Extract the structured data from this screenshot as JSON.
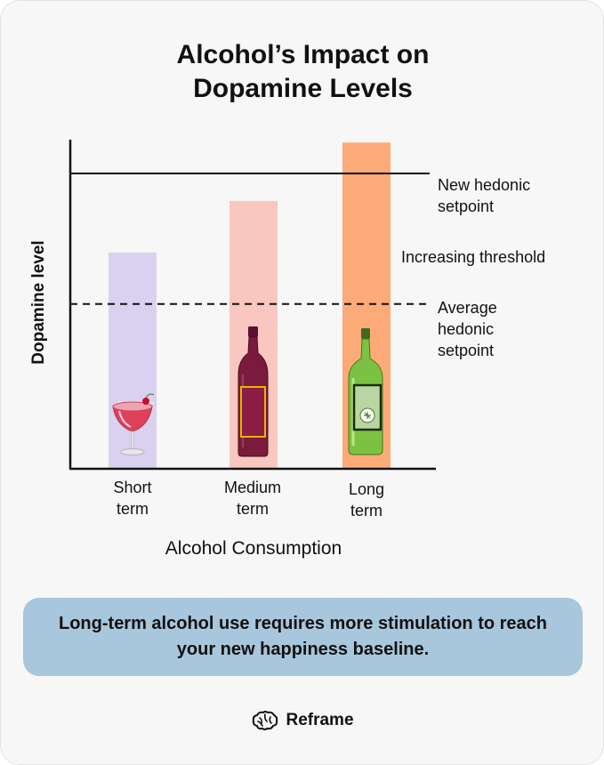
{
  "title": {
    "line1": "Alcohol’s Impact on",
    "line2": "Dopamine Levels"
  },
  "chart_data": {
    "type": "bar",
    "categories": [
      "Short term",
      "Medium term",
      "Long term"
    ],
    "categories_display": [
      [
        "Short",
        "term"
      ],
      [
        "Medium",
        "term"
      ],
      [
        "Long",
        "term"
      ]
    ],
    "values": [
      63,
      78,
      95
    ],
    "ylim": [
      0,
      100
    ],
    "xlabel": "Alcohol Consumption",
    "ylabel": "Dopamine level",
    "bar_colors": [
      "#d9d1ef",
      "#f8c7c0",
      "#fdaa79"
    ],
    "bar_icons": [
      "cocktail-glass-icon",
      "red-wine-bottle-icon",
      "green-wine-bottle-icon"
    ],
    "reference_lines": [
      {
        "value": 86,
        "style": "solid",
        "label_lines": [
          "New hedonic",
          "setpoint"
        ]
      },
      {
        "value": 48,
        "style": "dashed",
        "label_lines": [
          "Average",
          "hedonic",
          "setpoint"
        ]
      }
    ],
    "annotation": "Increasing threshold",
    "grid": false,
    "legend": "none"
  },
  "callout": {
    "text": "Long-term alcohol use requires more stimulation to reach your new happiness baseline."
  },
  "brand": {
    "name": "Reframe",
    "icon": "brain-icon"
  }
}
